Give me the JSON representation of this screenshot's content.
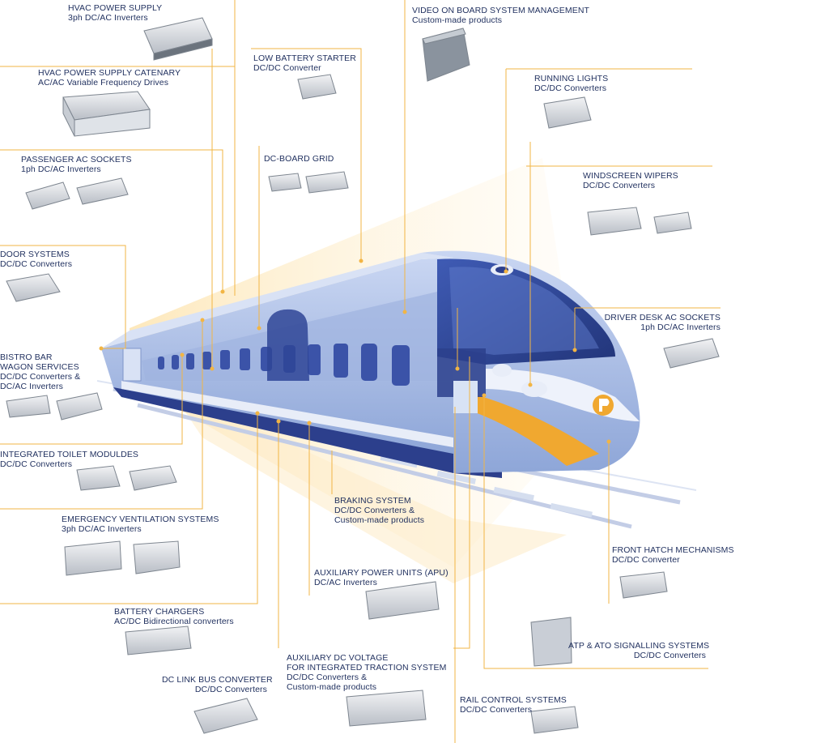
{
  "accent_line_color": "#f2b544",
  "train_colors": {
    "body": "#b8c8ea",
    "dark": "#2c3f8c",
    "window": "#3d56a8",
    "logo": "#f0a830"
  },
  "callouts": {
    "hvac_power_supply": {
      "title": "HVAC POWER SUPPLY",
      "sub": "3ph DC/AC Inverters"
    },
    "hvac_catenary": {
      "title": "HVAC POWER SUPPLY CATENARY",
      "sub": "AC/AC Variable Frequency Drives"
    },
    "passenger_ac": {
      "title": "PASSENGER AC SOCKETS",
      "sub": "1ph DC/AC Inverters"
    },
    "door_systems": {
      "title": "DOOR SYSTEMS",
      "sub": "DC/DC Converters"
    },
    "bistro": {
      "l1": "BISTRO BAR",
      "l2": "WAGON SERVICES",
      "l3": "DC/DC Converters &",
      "l4": "DC/AC Inverters"
    },
    "toilet": {
      "title": "INTEGRATED TOILET MODULDES",
      "sub": "DC/DC Converters"
    },
    "emergency_vent": {
      "title": "EMERGENCY VENTILATION SYSTEMS",
      "sub": "3ph DC/AC Inverters"
    },
    "battery_chargers": {
      "title": "BATTERY CHARGERS",
      "sub": "AC/DC Bidirectional converters"
    },
    "dc_link": {
      "title": "DC LINK BUS CONVERTER",
      "sub": "DC/DC Converters"
    },
    "low_battery": {
      "title": "LOW BATTERY STARTER",
      "sub": "DC/DC Converter"
    },
    "dc_board": {
      "title": "DC-BOARD GRID"
    },
    "video": {
      "title": "VIDEO ON BOARD SYSTEM MANAGEMENT",
      "sub": "Custom-made products"
    },
    "running_lights": {
      "title": "RUNNING LIGHTS",
      "sub": "DC/DC Converters"
    },
    "windscreen": {
      "title": "WINDSCREEN WIPERS",
      "sub": "DC/DC Converters"
    },
    "driver_desk": {
      "title": "DRIVER DESK AC SOCKETS",
      "sub": "1ph DC/AC Inverters"
    },
    "braking": {
      "l1": "BRAKING SYSTEM",
      "l2": "DC/DC Converters &",
      "l3": "Custom-made products"
    },
    "front_hatch": {
      "title": "FRONT HATCH MECHANISMS",
      "sub": "DC/DC Converter"
    },
    "apu": {
      "title": "AUXILIARY POWER UNITS (APU)",
      "sub": "DC/AC Inverters"
    },
    "atp": {
      "title": "ATP & ATO SIGNALLING SYSTEMS",
      "sub": "DC/DC Converters"
    },
    "aux_dc": {
      "l1": "AUXILIARY DC VOLTAGE",
      "l2": "FOR INTEGRATED TRACTION SYSTEM",
      "l3": "DC/DC Converters &",
      "l4": "Custom-made products"
    },
    "rail_control": {
      "title": "RAIL CONTROL SYSTEMS",
      "sub": "DC/DC Converters"
    }
  }
}
